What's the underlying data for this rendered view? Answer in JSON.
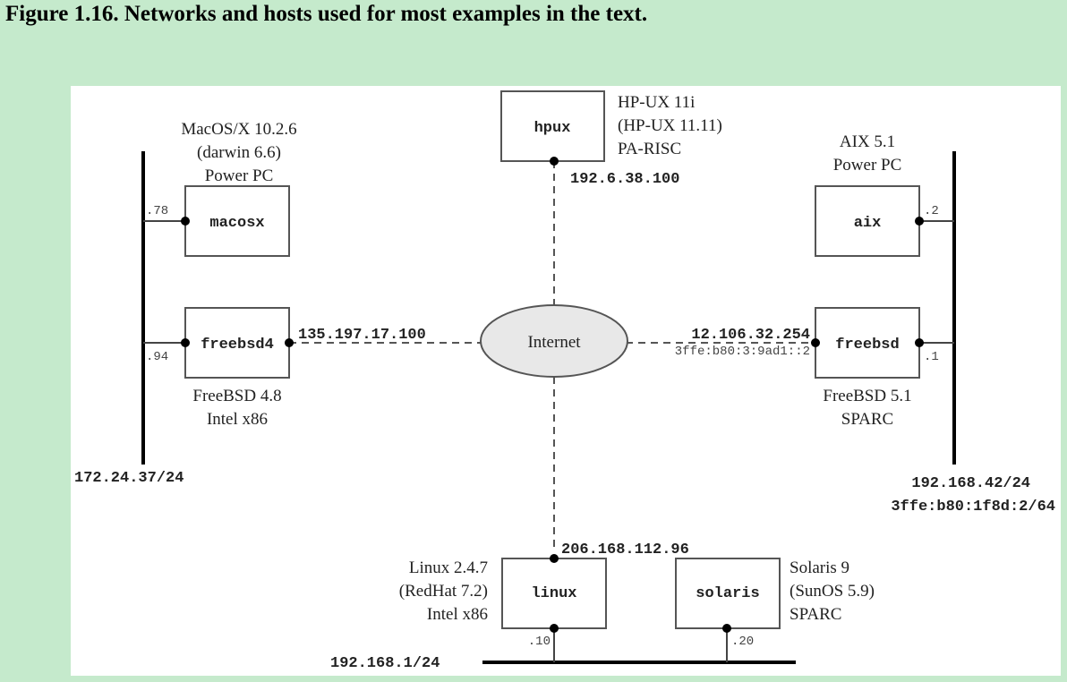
{
  "caption": "Figure 1.16. Networks and hosts used for most examples in the text.",
  "internet_label": "Internet",
  "hosts": {
    "hpux": {
      "name": "hpux",
      "info": [
        "HP-UX 11i",
        "(HP-UX 11.11)",
        "PA-RISC"
      ],
      "ip": "192.6.38.100"
    },
    "macosx": {
      "name": "macosx",
      "info": [
        "MacOS/X 10.2.6",
        "(darwin 6.6)",
        "Power PC"
      ],
      "suffix": ".78"
    },
    "aix": {
      "name": "aix",
      "info": [
        "AIX 5.1",
        "Power PC"
      ],
      "suffix": ".2"
    },
    "freebsd4": {
      "name": "freebsd4",
      "info": [
        "FreeBSD 4.8",
        "Intel x86"
      ],
      "suffix": ".94",
      "ip": "135.197.17.100"
    },
    "freebsd": {
      "name": "freebsd",
      "info": [
        "FreeBSD 5.1",
        "SPARC"
      ],
      "suffix": ".1",
      "ip": "12.106.32.254",
      "ipv6": "3ffe:b80:3:9ad1::2"
    },
    "linux": {
      "name": "linux",
      "info": [
        "Linux 2.4.7",
        "(RedHat 7.2)",
        "Intel x86"
      ],
      "suffix": ".10",
      "ip": "206.168.112.96"
    },
    "solaris": {
      "name": "solaris",
      "info": [
        "Solaris 9",
        "(SunOS 5.9)",
        "SPARC"
      ],
      "suffix": ".20"
    }
  },
  "networks": {
    "left": {
      "label": "172.24.37/24"
    },
    "right": {
      "label": "192.168.42/24",
      "ipv6": "3ffe:b80:1f8d:2/64"
    },
    "bottom": {
      "label": "192.168.1/24"
    }
  }
}
